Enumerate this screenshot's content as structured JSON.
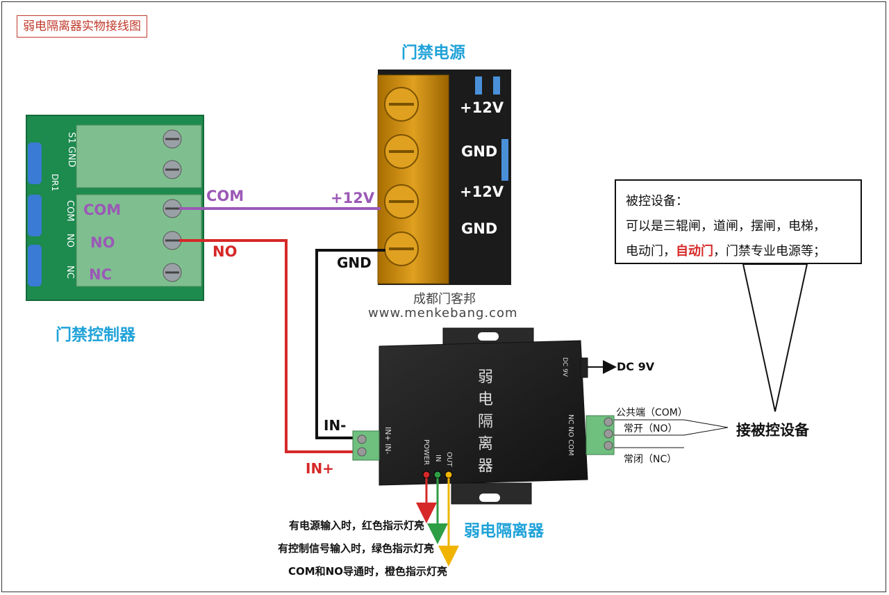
{
  "title": "弱电隔离器实物接线图",
  "controller": {
    "caption": "门禁控制器",
    "pcb_labels": [
      "S1 GND",
      "DR1",
      "COM",
      "NO",
      "NC"
    ],
    "terminal_com": "COM",
    "terminal_no": "NO",
    "terminal_nc": "NC"
  },
  "power": {
    "caption": "门禁电源",
    "terminals": [
      "+12V",
      "GND",
      "+12V",
      "GND"
    ],
    "watermark_line1": "成都门客邦",
    "watermark_line2": "www.menkebang.com"
  },
  "wires": {
    "com_label": "COM",
    "plus12_label": "+12V",
    "no_label": "NO",
    "gnd_label": "GND",
    "in_minus": "IN-",
    "in_plus": "IN+"
  },
  "isolator": {
    "caption": "弱电隔离器",
    "body_text": "弱电隔离器",
    "input_label": "IN+ IN-",
    "led_labels": [
      "POWER",
      "IN",
      "OUT"
    ],
    "dc_label": "DC 9V",
    "dc_port_label": "DC 9V",
    "output_label": "NC NO COM"
  },
  "outputs": {
    "com": "公共端（COM）",
    "no": "常开（NO）",
    "nc": "常闭（NC）",
    "target": "接被控设备"
  },
  "note": {
    "line1": "被控设备：",
    "line2": "可以是三辊闸，道闸，摆闸，电梯，",
    "line3_a": "电动门，",
    "line3_hl": "自动门",
    "line3_b": "，门禁专业电源等；"
  },
  "legend": {
    "red": "有电源输入时，红色指示灯亮",
    "green": "有控制信号输入时，绿色指示灯亮",
    "orange": "COM和NO导通时，橙色指示灯亮"
  },
  "colors": {
    "accent_cyan": "#1fa2d8",
    "wire_purple": "#9b59b6",
    "wire_red": "#d62828",
    "wire_black": "#111111",
    "led_red": "#d62828",
    "led_green": "#2e9e44",
    "led_orange": "#f0b400"
  }
}
